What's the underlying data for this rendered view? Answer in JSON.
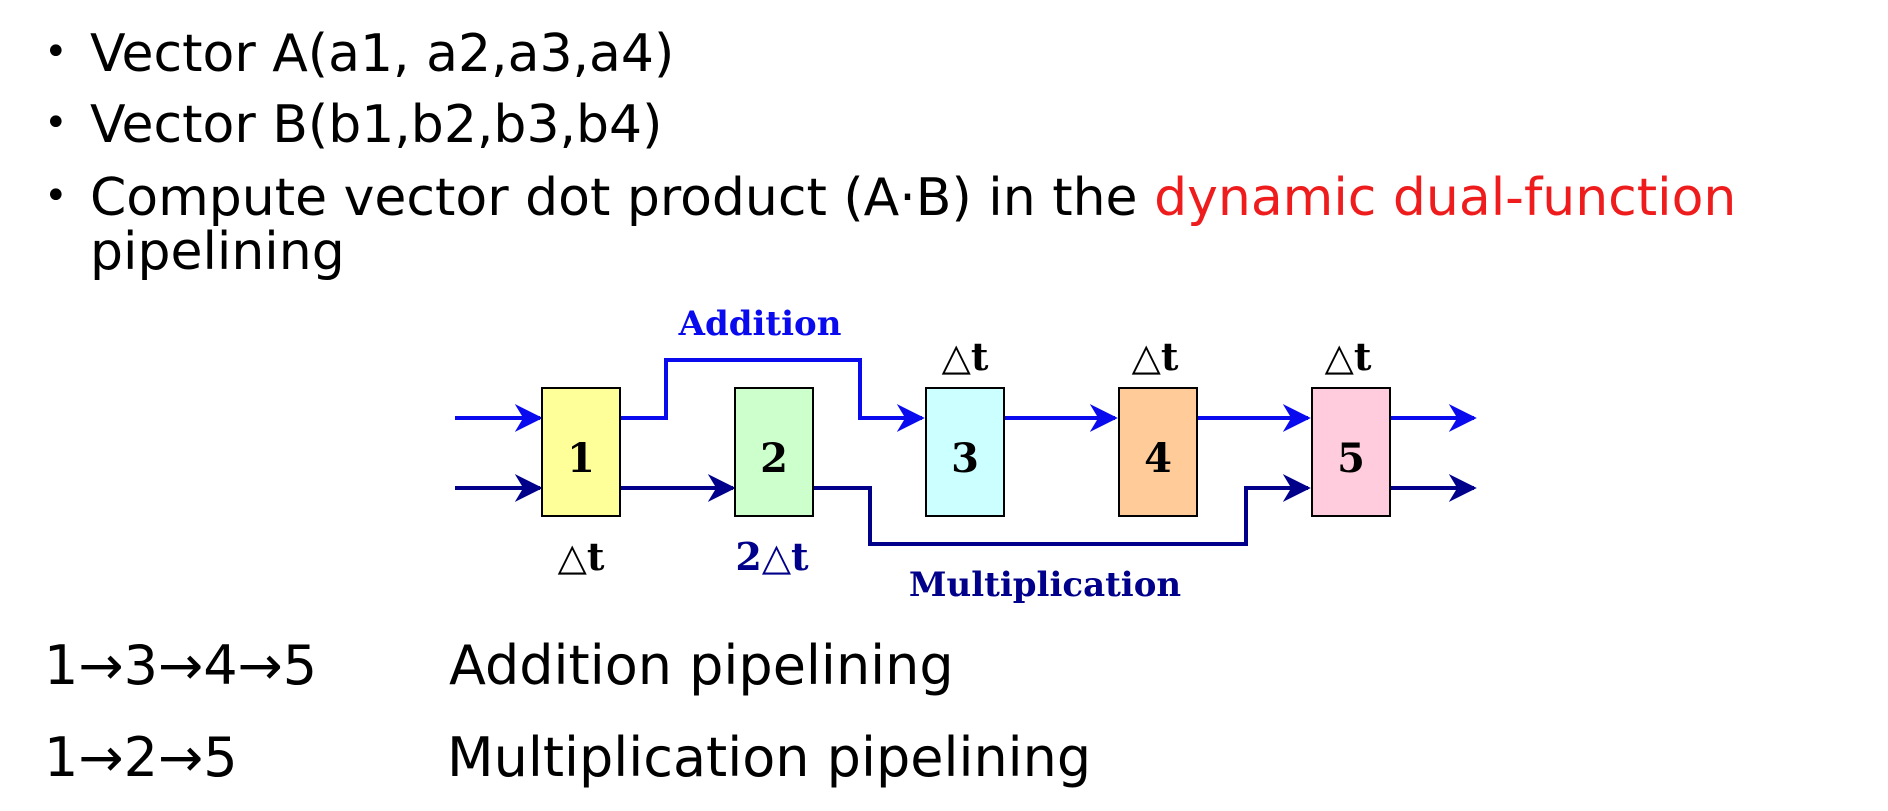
{
  "bullets": [
    {
      "text": "Vector A(a1, a2,a3,a4)"
    },
    {
      "text": "Vector B(b1,b2,b3,b4)"
    },
    {
      "text_before": "Compute vector dot product (A·B) in the ",
      "highlight": "dynamic dual-function",
      "continuation": "pipelining"
    }
  ],
  "bullet_symbol": "•",
  "diagram": {
    "stages": [
      {
        "label": "1",
        "color": "#ffff99",
        "time": "△t"
      },
      {
        "label": "2",
        "color": "#ccffcc",
        "time": "2△t"
      },
      {
        "label": "3",
        "color": "#ccffff",
        "time": "△t"
      },
      {
        "label": "4",
        "color": "#ffcc99",
        "time": "△t"
      },
      {
        "label": "5",
        "color": "#ffccdd",
        "time": "△t"
      }
    ],
    "addition_label": "Addition",
    "multiplication_label": "Multiplication",
    "addition_color": "#0a0aee",
    "multiplication_color": "#00008b"
  },
  "pipelines": [
    {
      "sequence": "1→3→4→5",
      "description": "Addition pipelining"
    },
    {
      "sequence": "1→2→5",
      "description": "Multiplication pipelining"
    }
  ],
  "highlight_color": "#ee1c1c"
}
